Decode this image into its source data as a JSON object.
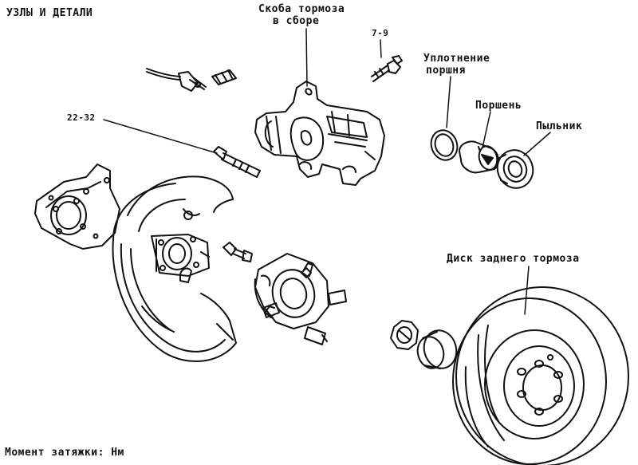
{
  "header": {
    "title": "УЗЛЫ И ДЕТАЛИ"
  },
  "labels": {
    "caliper_line1": "Скоба тормоза",
    "caliper_line2": "в сборе",
    "bolt_torque_small": "7-9",
    "bolt_torque_large": "22-32",
    "piston_seal_line1": "Уплотнение",
    "piston_seal_line2": "поршня",
    "piston": "Поршень",
    "dust_boot": "Пыльник",
    "rear_disc": "Диск заднего тормоза"
  },
  "footer": {
    "torque_note": "Момент затяжки: Нм"
  },
  "colors": {
    "ink": "#111111",
    "paper": "#ffffff"
  }
}
